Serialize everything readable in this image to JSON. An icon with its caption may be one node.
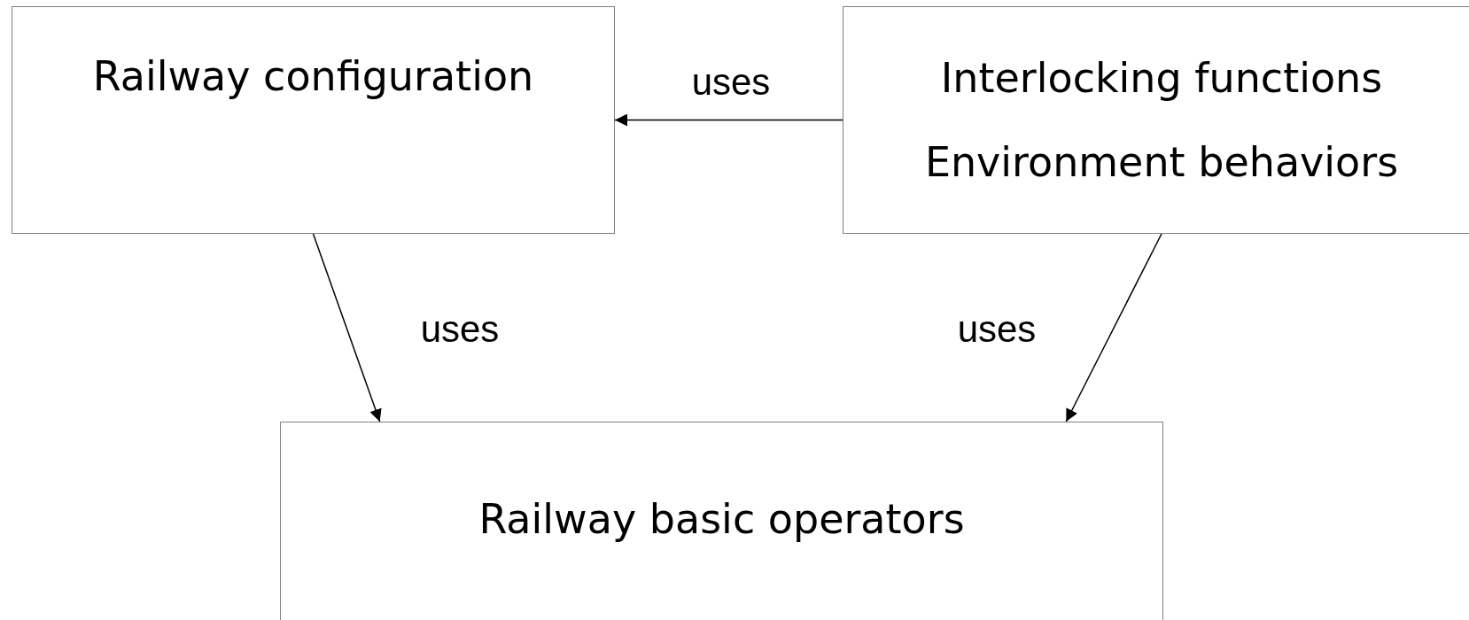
{
  "diagram": {
    "nodes": [
      {
        "text": [
          "Railway configuration"
        ]
      },
      {
        "text": [
          "Interlocking functions",
          "Environment behaviors"
        ]
      },
      {
        "text": [
          "Railway basic operators"
        ]
      }
    ],
    "edges": [
      {
        "from": 1,
        "to": 0,
        "arrow": "to",
        "label": "uses"
      },
      {
        "from": 0,
        "to": 2,
        "arrow": "to",
        "label": "uses"
      },
      {
        "from": 1,
        "to": 2,
        "arrow": "to",
        "label": "uses"
      }
    ]
  }
}
